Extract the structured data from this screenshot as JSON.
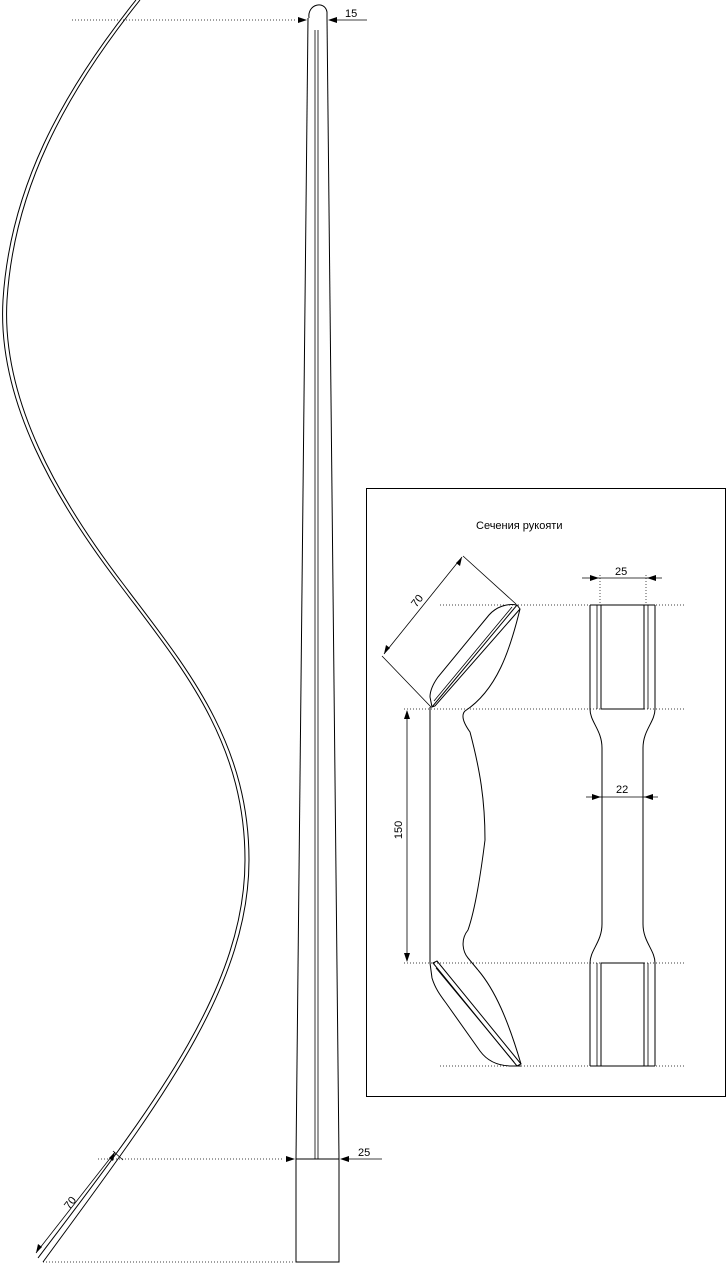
{
  "blade_side": {
    "dim_length": "70"
  },
  "blade_front": {
    "dim_tip": "15",
    "dim_base": "25"
  },
  "inset": {
    "title": "Сечения рукояти",
    "dim_angle": "70",
    "dim_length": "150",
    "dim_top_width": "25",
    "dim_waist": "22"
  }
}
